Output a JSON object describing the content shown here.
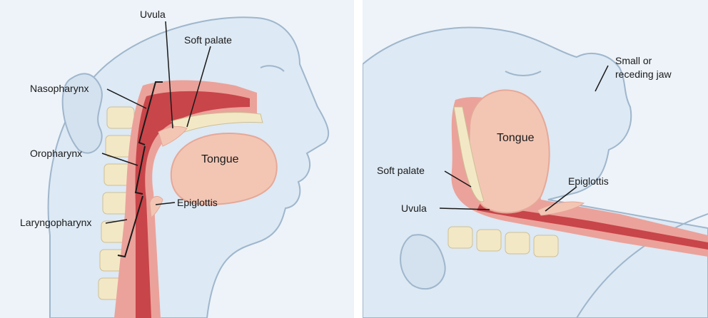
{
  "left_panel": {
    "labels": {
      "uvula": "Uvula",
      "soft_palate": "Soft palate",
      "nasopharynx": "Nasopharynx",
      "oropharynx": "Oropharynx",
      "tongue": "Tongue",
      "epiglottis": "Epiglottis",
      "laryngopharynx": "Laryngopharynx"
    }
  },
  "right_panel": {
    "labels": {
      "small_jaw": "Small or\nreceding jaw",
      "tongue": "Tongue",
      "soft_palate": "Soft palate",
      "epiglottis": "Epiglottis",
      "uvula": "Uvula"
    }
  },
  "colors": {
    "skin": "#dde9f4",
    "background": "#edf3f9",
    "airway": "#c8454a",
    "tissue": "#eba29a",
    "tongue": "#f3c6b4",
    "bone": "#f3e8c6",
    "outline": "#9fb6cc",
    "leader": "#1a1a1a"
  }
}
